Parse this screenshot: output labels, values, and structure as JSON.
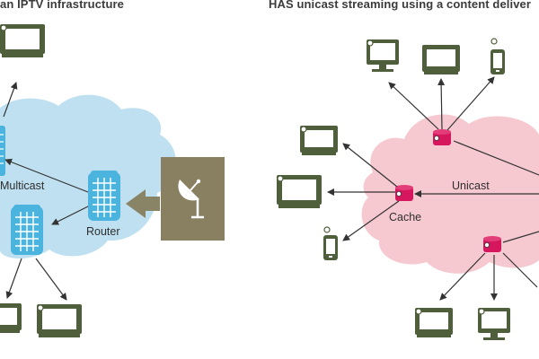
{
  "left_panel": {
    "title": "an IPTV infrastructure",
    "multicast_label": "Multicast",
    "router_label": "Router"
  },
  "right_panel": {
    "title": "HAS unicast streaming using a content deliver",
    "unicast_label": "Unicast",
    "cache_label": "Cache"
  },
  "colors": {
    "device_green": "#4f5f3b",
    "screen_white": "#ffffff",
    "multicast_cloud": "#bfe0f0",
    "unicast_cloud": "#f6c9d1",
    "router_blue": "#4ab3de",
    "cache_magenta": "#d6165d",
    "source_box": "#888060",
    "source_arrow": "#8a8466",
    "arrow_line": "#333333"
  },
  "icons": [
    "tv-icon",
    "desktop-computer-icon",
    "mobile-phone-icon",
    "router-icon",
    "cache-server-icon",
    "satellite-dish-icon",
    "server-icon"
  ]
}
